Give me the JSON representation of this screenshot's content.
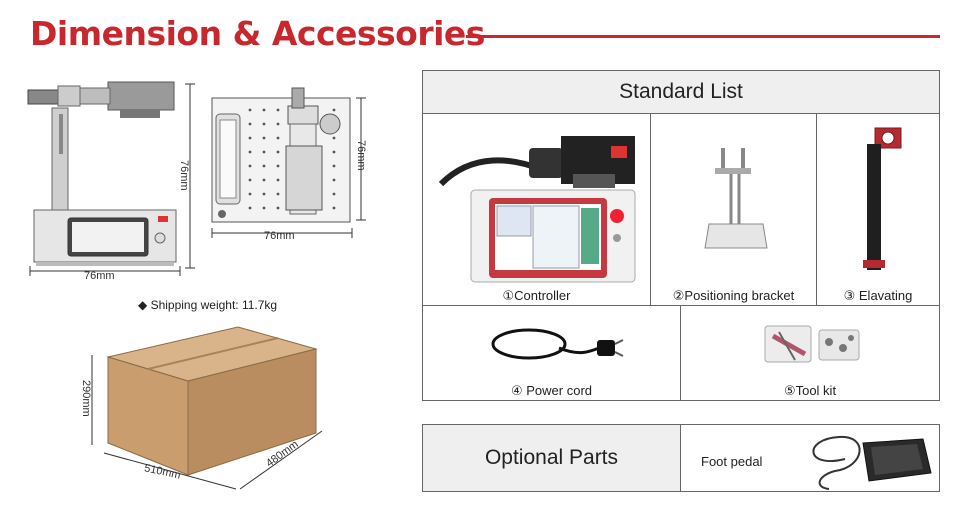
{
  "header": {
    "title": "Dimension & Accessories"
  },
  "dimensions": {
    "side_height": "76mm",
    "side_width": "76mm",
    "top_height": "76mm",
    "top_width": "76mm"
  },
  "shipping": {
    "text": "◆ Shipping weight: 11.7kg"
  },
  "box": {
    "height": "290mm",
    "length": "510mm",
    "width": "480mm"
  },
  "standard": {
    "title": "Standard List",
    "items": [
      {
        "label": "①Controller"
      },
      {
        "label": "②Positioning bracket"
      },
      {
        "label": "③ Elavating"
      },
      {
        "label": "④ Power cord"
      },
      {
        "label": "⑤Tool kit"
      }
    ]
  },
  "optional": {
    "title": "Optional Parts",
    "items": [
      {
        "label": "Foot pedal"
      }
    ]
  },
  "colors": {
    "accent": "#c8282d",
    "header_bg": "#efefef"
  }
}
